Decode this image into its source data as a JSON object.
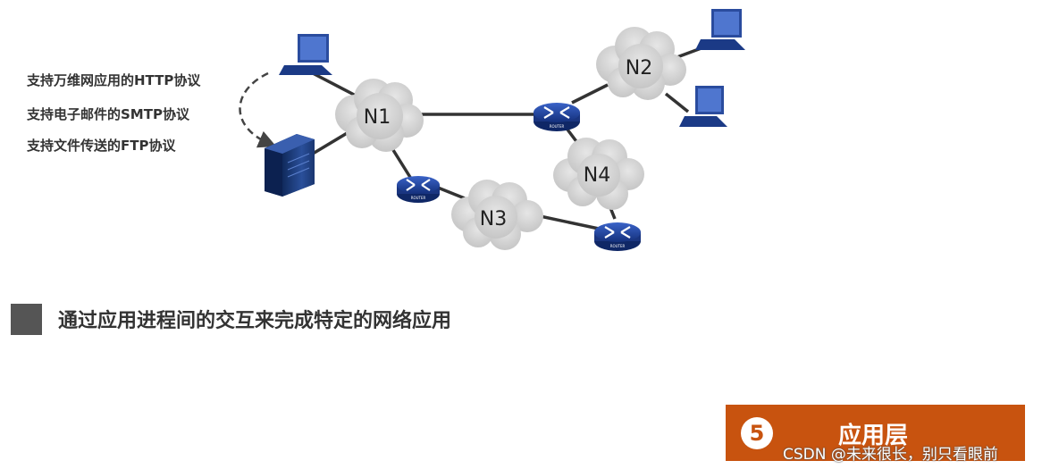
{
  "protocols": [
    "支持万维网应用的HTTP协议",
    "支持电子邮件的SMTP协议",
    "支持文件传送的FTP协议"
  ],
  "networks": [
    "N1",
    "N2",
    "N3",
    "N4"
  ],
  "router_label": "ROUTER",
  "summary": "通过应用进程间的交互来完成特定的网络应用",
  "layer": {
    "number": "5",
    "name": "应用层"
  },
  "watermark": "CSDN @未来很长，别只看眼前",
  "colors": {
    "layer_box": "#c8530f",
    "cloud": "#d4d4d4",
    "router": "#1f3f9a",
    "laptop_screen": "#3c5fb0",
    "server": "#1e3d7c",
    "bullet": "#555555"
  }
}
